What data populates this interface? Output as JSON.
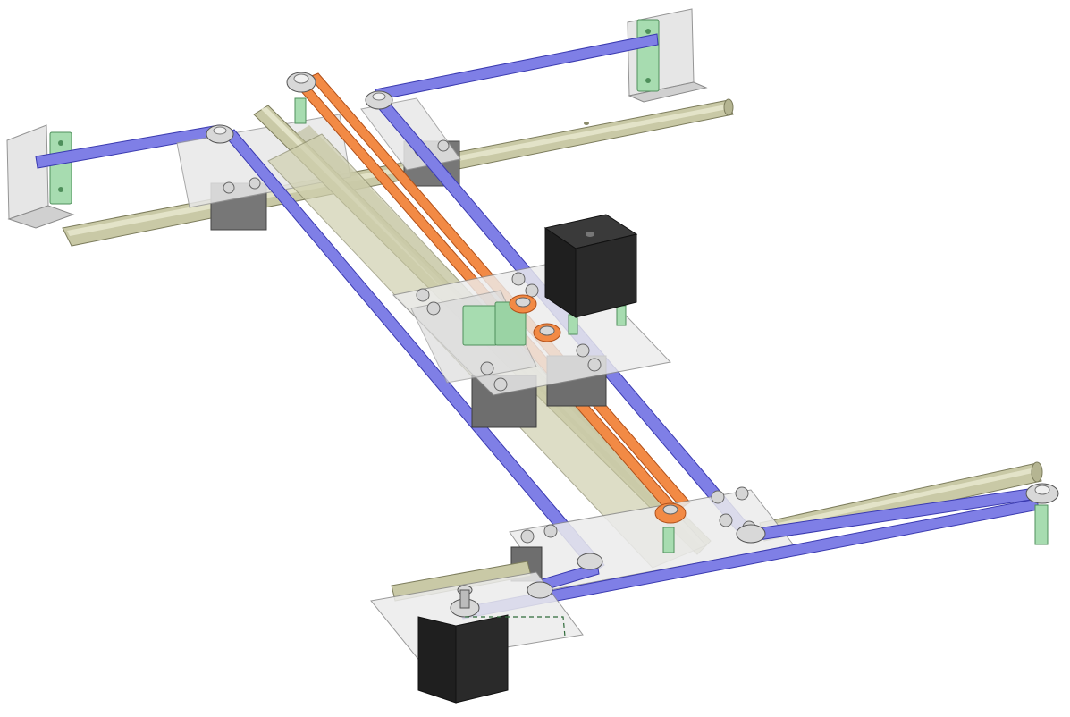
{
  "colors": {
    "background": "#ffffff",
    "rail": "#c9c9a6",
    "rail_shade": "#a8a884",
    "rail_light": "#e3e3c8",
    "belt_blue": "#7f7fe6",
    "belt_blue_edge": "#3a3ab0",
    "belt_orange": "#f28a45",
    "belt_orange_edge": "#b0501a",
    "plate": "#e6e6e6",
    "plate_edge": "#8a8a8a",
    "block_dark": "#6e6e6e",
    "block_mid": "#8c8c8c",
    "motor": "#1f1f1f",
    "motor_top": "#3a3a3a",
    "clamp_green": "#a7dcb0",
    "clamp_green_edge": "#4f8f5b",
    "pulley": "#d8d8d8",
    "bracket": "#d6d6d6"
  },
  "parts": {
    "rails": [
      "rail-rear-y",
      "rail-center-x",
      "rail-front-y",
      "rail-lower-front"
    ],
    "belts": [
      "belt-blue",
      "belt-orange"
    ],
    "motors": [
      "motor-center",
      "motor-bottom"
    ],
    "carriages": [
      "carriage-center",
      "carriage-left",
      "carriage-rear",
      "carriage-front"
    ],
    "brackets": [
      "end-bracket-left",
      "end-bracket-right"
    ]
  }
}
